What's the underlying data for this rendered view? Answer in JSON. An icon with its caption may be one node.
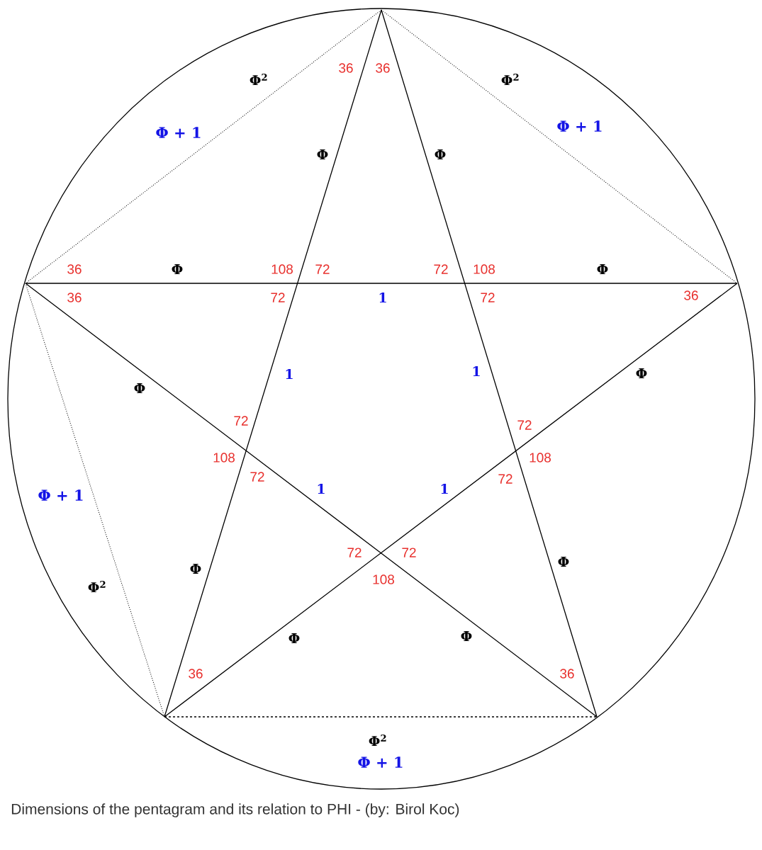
{
  "diagram": {
    "caption": "Dimensions of the pentagram and its relation to PHI - (by: Birol Koc)",
    "labels": [
      "36",
      "36",
      "Φ$^{2}$",
      "Φ$^{2}$",
      "Φ + 1",
      "Φ + 1",
      "Φ",
      "Φ",
      "36",
      "Φ",
      "108",
      "72",
      "72",
      "108",
      "Φ",
      "36",
      "72",
      "1",
      "72",
      "36",
      "1",
      "1",
      "Φ",
      "Φ",
      "72",
      "72",
      "108",
      "108",
      "72",
      "72",
      "Φ + 1",
      "1",
      "1",
      "72",
      "72",
      "108",
      "Φ",
      "Φ",
      "Φ$^{2}$",
      "Φ",
      "Φ",
      "36",
      "36",
      "Φ$^{2}$",
      "Φ + 1"
    ]
  }
}
